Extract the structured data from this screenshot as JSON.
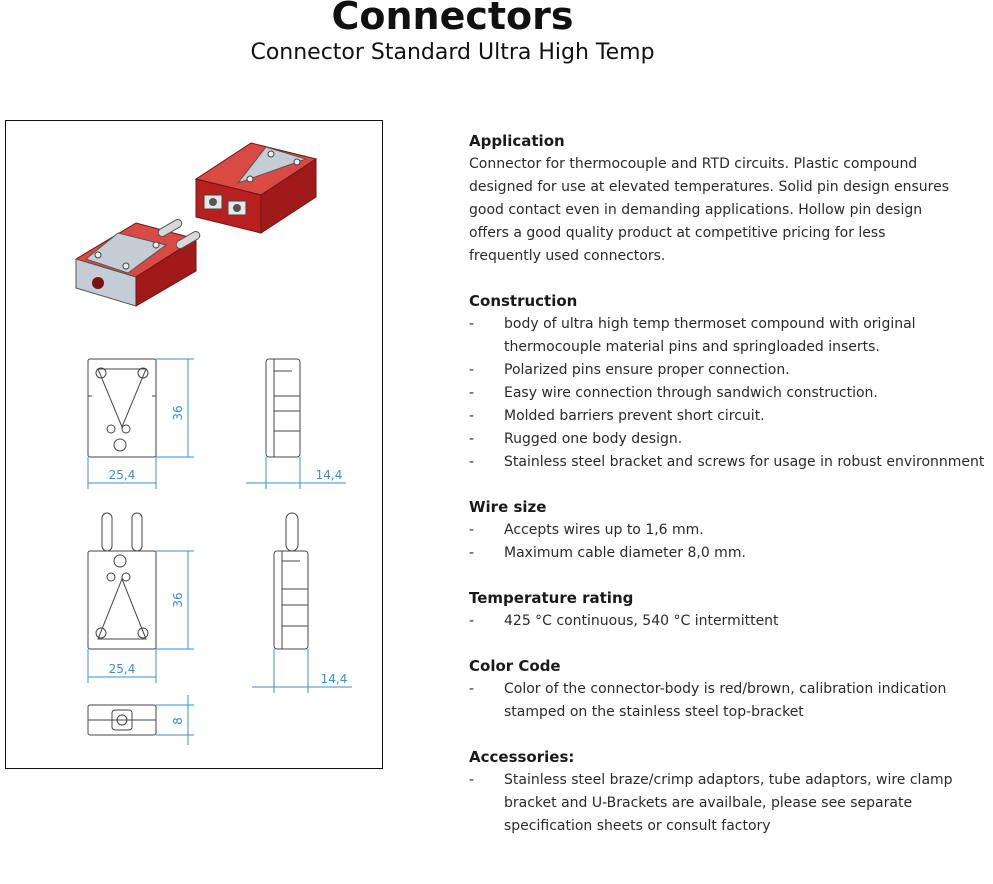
{
  "header": {
    "title": "Connectors",
    "subtitle": "Connector Standard Ultra High Temp"
  },
  "drawing": {
    "dims": {
      "female_height": "36",
      "female_width": "25,4",
      "female_depth": "14,4",
      "male_height": "36",
      "male_width": "25,4",
      "male_depth": "14,4",
      "bottom_height": "8"
    },
    "colors": {
      "body_red": "#c8262a",
      "bracket_steel": "#c4cdd6",
      "dimension_blue": "#3a8fd0"
    }
  },
  "spec": {
    "application": {
      "heading": "Application",
      "lines": [
        "Connector for thermocouple and RTD circuits. Plastic compound",
        "designed for use at elevated temperatures. Solid pin design ensures",
        "good contact even in demanding applications. Hollow pin design",
        "offers a good quality product at competitive pricing for less",
        "frequently used connectors."
      ]
    },
    "construction": {
      "heading": "Construction",
      "items": [
        "body of ultra high temp thermoset compound with original thermocouple material pins and springloaded inserts.",
        "Polarized pins ensure proper connection.",
        "Easy wire connection through sandwich construction.",
        "Molded barriers prevent short circuit.",
        "Rugged one body design.",
        "Stainless steel bracket and screws for usage in robust environnment"
      ]
    },
    "wire_size": {
      "heading": "Wire size",
      "items": [
        "Accepts wires up to 1,6 mm.",
        "Maximum cable diameter 8,0 mm."
      ]
    },
    "temperature": {
      "heading": "Temperature rating",
      "items": [
        "425 °C continuous, 540 °C intermittent"
      ]
    },
    "color_code": {
      "heading": "Color Code",
      "items": [
        "Color of the connector-body is red/brown, calibration indication stamped on the stainless steel top-bracket"
      ]
    },
    "accessories": {
      "heading": "Accessories:",
      "items": [
        "Stainless steel braze/crimp adaptors, tube adaptors, wire clamp bracket and U-Brackets are availbale, please see separate specification sheets or consult factory"
      ]
    },
    "dash": "-"
  }
}
